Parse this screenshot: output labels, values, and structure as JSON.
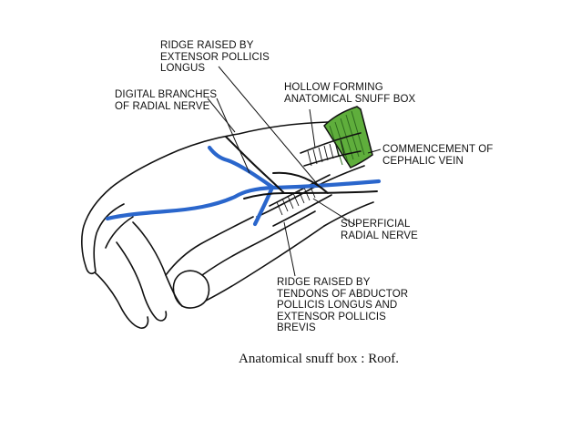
{
  "labels": {
    "epl_ridge": [
      "RIDGE RAISED BY",
      "EXTENSOR POLLICIS",
      "LONGUS"
    ],
    "digital_branches": [
      "DIGITAL BRANCHES",
      "OF RADIAL NERVE"
    ],
    "hollow": [
      "HOLLOW FORMING",
      "ANATOMICAL SNUFF BOX"
    ],
    "cephalic": [
      "COMMENCEMENT OF",
      "CEPHALIC VEIN"
    ],
    "superficial_radial": [
      "SUPERFICIAL",
      "RADIAL NERVE"
    ],
    "apl_epb_ridge": [
      "RIDGE RAISED BY",
      "TENDONS OF ABDUCTOR",
      "POLLICIS LONGUS AND",
      "EXTENSOR POLLICIS",
      "BREVIS"
    ]
  },
  "caption": "Anatomical snuff box : Roof.",
  "colors": {
    "vein": "#2a66cc",
    "muscle": "#5fae3c",
    "line": "#111111",
    "background": "#ffffff"
  }
}
